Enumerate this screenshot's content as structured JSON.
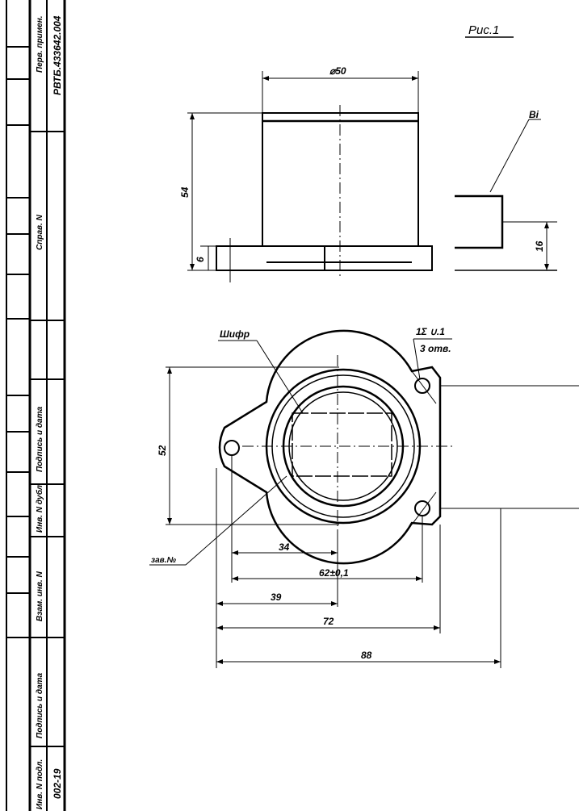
{
  "title_block": {
    "first_use_label": "Перв. примен.",
    "first_use_value": "РВТБ.433642.004",
    "ref_no_label": "Справ. N",
    "sign_date_1": "Подпись и дата",
    "dup_inv_label": "Инв. N дубл.",
    "replace_inv_label": "Взам. инв. N",
    "sign_date_2": "Подпись и дата",
    "orig_inv_label": "Инв. N подл.",
    "orig_inv_value": "002-19"
  },
  "figure": {
    "caption": "Рис.1",
    "top_view": {
      "diameter": "⌀50",
      "height": "54",
      "base": "6"
    },
    "side_view": {
      "callout": "Вi",
      "height": "16"
    },
    "plan_view": {
      "cipher_label": "Шифр",
      "hole_spec": "1Σ ∪.1",
      "hole_count": "3 отв.",
      "serial_label": "зав.№",
      "dim_52": "52",
      "dim_34": "34",
      "dim_62": "62±0,1",
      "dim_39": "39",
      "dim_72": "72",
      "dim_88": "88"
    }
  }
}
